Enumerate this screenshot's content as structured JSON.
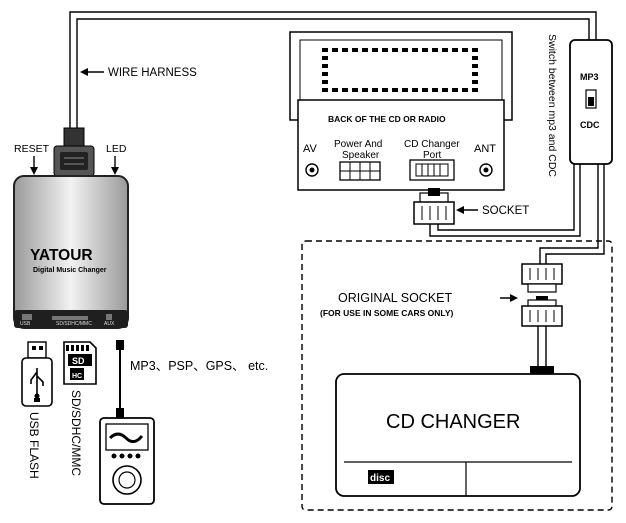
{
  "labels": {
    "wire_harness": "WIRE HARNESS",
    "reset": "RESET",
    "led": "LED",
    "back_of_radio": "BACK OF THE CD OR RADIO",
    "av": "AV",
    "power_speaker_1": "Power And",
    "power_speaker_2": "Speaker",
    "cd_changer_port_1": "CD Changer",
    "cd_changer_port_2": "Port",
    "ant": "ANT",
    "socket": "SOCKET",
    "switch_text": "Switch between mp3 and CDC",
    "mp3": "MP3",
    "cdc": "CDC",
    "original_socket": "ORIGINAL SOCKET",
    "for_use": "(FOR USE IN SOME CARS ONLY)",
    "cd_changer": "CD CHANGER",
    "disc_logo": "disc",
    "brand": "YATOUR",
    "brand_sub": "Digital Music Changer",
    "port_usb": "USB",
    "port_sd": "SD/SDHC/MMC",
    "port_aux": "AUX",
    "mp3_etc": "MP3、PSP、GPS、 etc.",
    "usb_flash": "USB FLASH",
    "sd_sdhc_mmc": "SD/SDHC/MMC",
    "sd_logo": "SD",
    "sd_hc": "HC"
  },
  "colors": {
    "line": "#000000",
    "device_dark": "#2a2a2a",
    "device_light": "#d0d0d0"
  }
}
